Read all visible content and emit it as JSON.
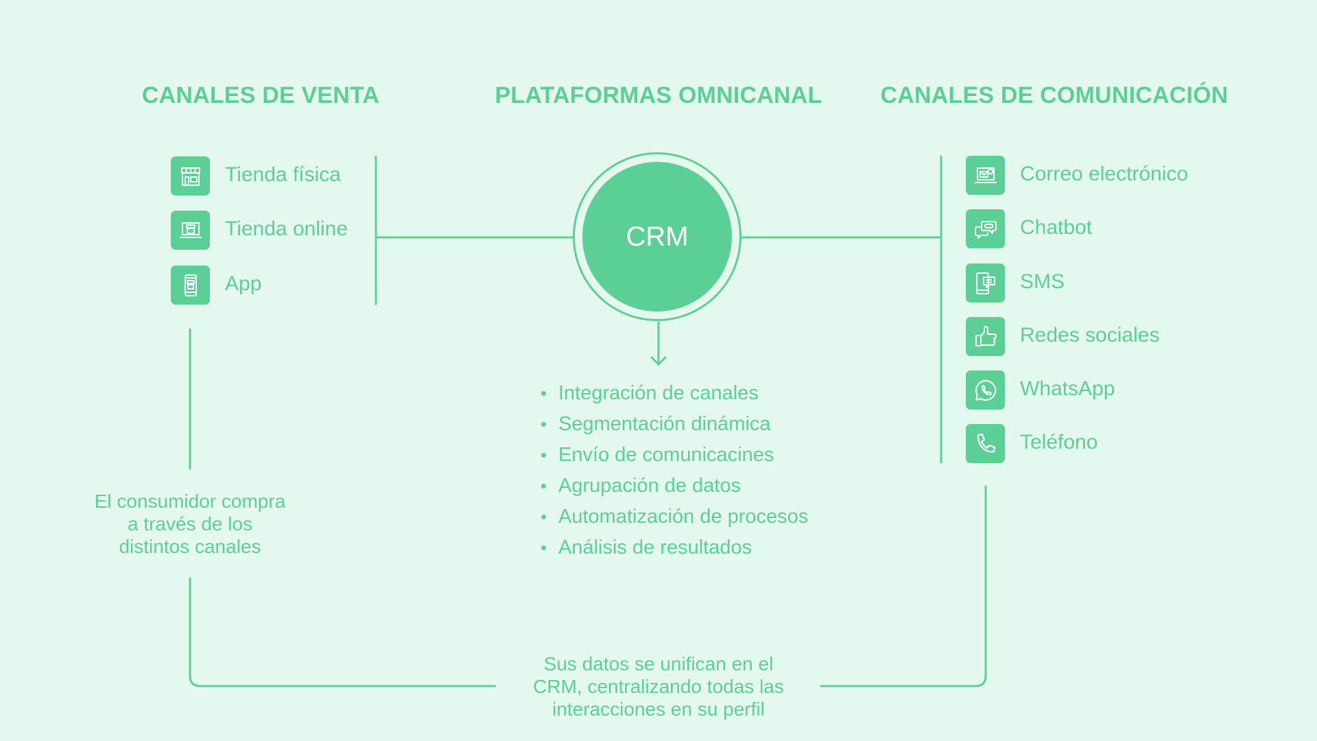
{
  "headings": {
    "sales": "CANALES DE VENTA",
    "platforms": "PLATAFORMAS OMNICANAL",
    "communication": "CANALES DE COMUNICACIÓN"
  },
  "sales_channels": [
    {
      "label": "Tienda física",
      "icon": "storefront-icon"
    },
    {
      "label": "Tienda online",
      "icon": "laptop-store-icon"
    },
    {
      "label": "App",
      "icon": "smartphone-app-icon"
    }
  ],
  "crm": {
    "label": "CRM",
    "features": [
      "Integración de canales",
      "Segmentación dinámica",
      "Envío de comunicacines",
      "Agrupación de datos",
      "Automatización de procesos",
      "Análisis de resultados"
    ]
  },
  "communication_channels": [
    {
      "label": "Correo electrónico",
      "icon": "email-laptop-icon"
    },
    {
      "label": "Chatbot",
      "icon": "chatbot-icon"
    },
    {
      "label": "SMS",
      "icon": "sms-phone-icon"
    },
    {
      "label": "Redes sociales",
      "icon": "thumbs-up-icon"
    },
    {
      "label": "WhatsApp",
      "icon": "whatsapp-icon"
    },
    {
      "label": "Teléfono",
      "icon": "phone-icon"
    }
  ],
  "notes": {
    "consumer": [
      "El consumidor compra",
      "a través de los",
      "distintos canales"
    ],
    "unified": [
      "Sus datos se unifican en el",
      "CRM, centralizando todas las",
      "interacciones en su perfil"
    ]
  },
  "colors": {
    "background": "#e5f8ee",
    "accent": "#5ccf97",
    "icon_stroke": "#ffffff"
  }
}
